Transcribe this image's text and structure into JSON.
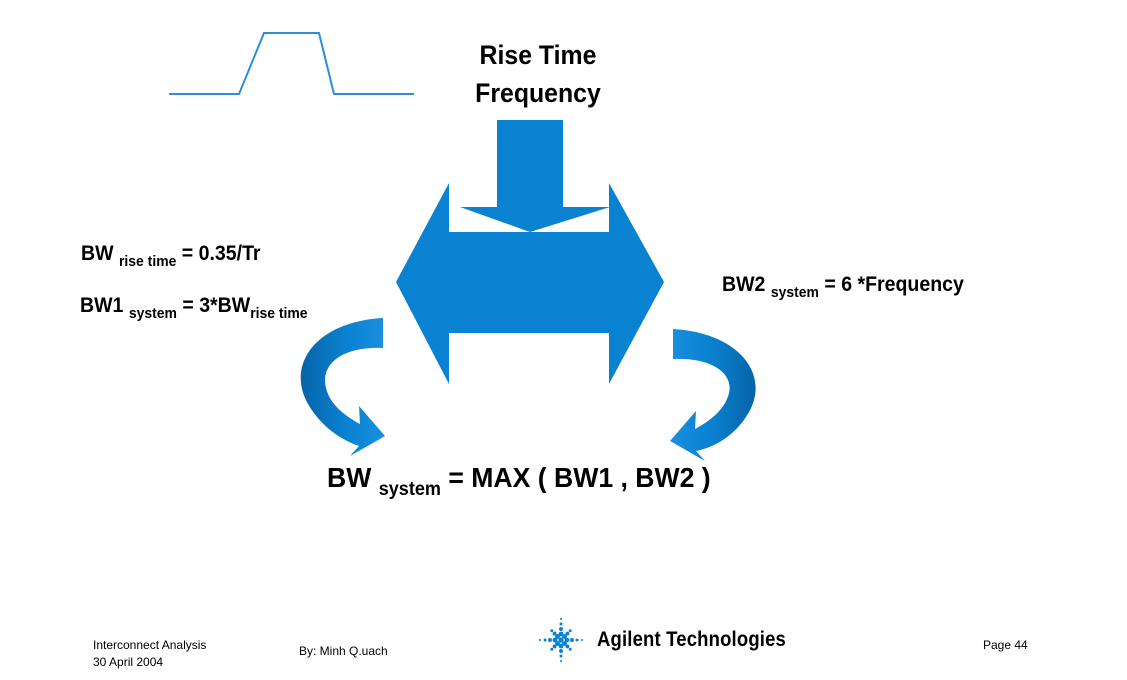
{
  "heading": {
    "line1": "Rise Time",
    "line2": "Frequency"
  },
  "left_formulas": {
    "bw_rise": {
      "base": "BW",
      "sub": "rise time",
      "rhs": "= 0.35/Tr"
    },
    "bw1_system": {
      "base": "BW1",
      "sub": "system",
      "mid": "= 3*BW",
      "sub2": "rise time"
    }
  },
  "right_formula": {
    "base": "BW2",
    "sub": "system",
    "rhs": "= 6 *Frequency"
  },
  "main_formula": {
    "base": "BW",
    "sub": "system",
    "rhs": "= MAX ( BW1 , BW2 )"
  },
  "footer": {
    "title": "Interconnect Analysis",
    "date": "30 April 2004",
    "author": "By: Minh Q.uach",
    "brand": "Agilent Technologies",
    "page": "Page 44"
  },
  "colors": {
    "arrow_blue": "#0A82D2",
    "arrow_blue_dark": "#0664A8",
    "pulse_line": "#2F8CDA"
  },
  "icons": {
    "pulse": "trapezoid-pulse-icon",
    "logo": "agilent-spark-logo-icon"
  }
}
